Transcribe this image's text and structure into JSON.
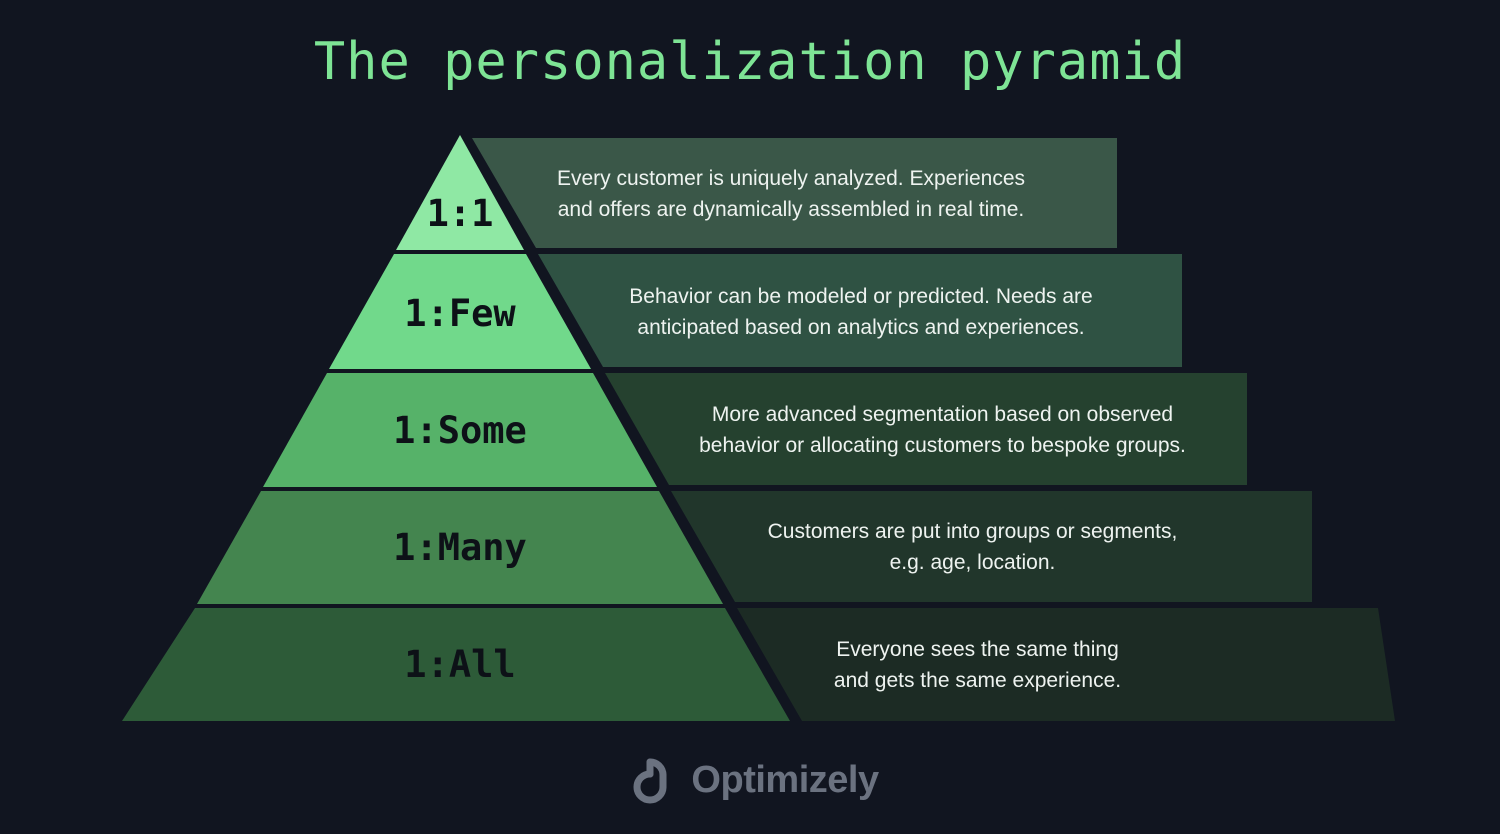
{
  "page": {
    "title": "The personalization pyramid",
    "background_color": "#111520",
    "title_color": "#7ee495"
  },
  "pyramid": {
    "tiers": [
      {
        "label": "1:1",
        "description": "Every customer is uniquely analyzed. Experiences\nand offers are dynamically assembled in real time.",
        "fill_color": "#8FE8A4",
        "panel_color": "#3A5748",
        "label_color": "#0d1117"
      },
      {
        "label": "1:Few",
        "description": "Behavior can be modeled or predicted. Needs are\nanticipated based on analytics and experiences.",
        "fill_color": "#71D98B",
        "panel_color": "#2F5243",
        "label_color": "#0d1117"
      },
      {
        "label": "1:Some",
        "description": "More advanced segmentation based on observed\nbehavior or allocating customers to bespoke groups.",
        "fill_color": "#56B269",
        "panel_color": "#25412F",
        "label_color": "#0d1117"
      },
      {
        "label": "1:Many",
        "description": "Customers are put into groups or segments,\ne.g. age, location.",
        "fill_color": "#44854F",
        "panel_color": "#21362B",
        "label_color": "#0d1117"
      },
      {
        "label": "1:All",
        "description": "Everyone sees the same thing\nand gets the same experience.",
        "fill_color": "#2D5B38",
        "panel_color": "#1C2B24",
        "label_color": "#0d1117"
      }
    ]
  },
  "brand": {
    "name": "Optimizely",
    "logo_color": "#6b7280"
  }
}
